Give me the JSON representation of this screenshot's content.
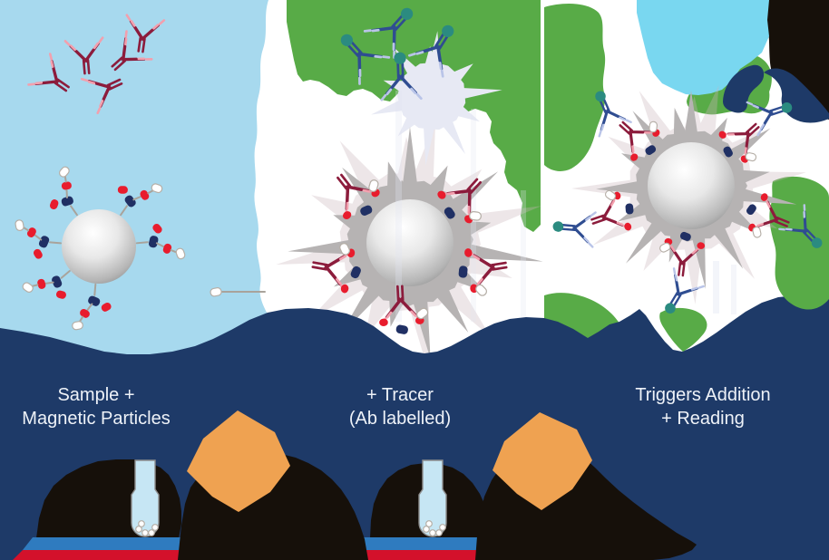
{
  "colors": {
    "bg": "#ffffff",
    "sample_blob": "#a7d9ee",
    "green": "#58ab47",
    "banner": "#1e3a68",
    "star_gray": "#b6b3b3",
    "star_rose": "#c9b6bc",
    "star_lavender": "#e7e9f4",
    "cyan": "#79d7f0",
    "black_blob": "#16100a",
    "ab_red": "#8c1c3c",
    "ab_red_tip": "#f2a0ae",
    "ab_blue": "#2f4d91",
    "ab_blue_tip": "#b9c4e8",
    "teal": "#2b8b80",
    "mol_red": "#e81c2d",
    "mol_navy": "#203064",
    "orange": "#efa251",
    "stripe_blue": "#2f7bbf",
    "stripe_red": "#d3112b",
    "tube": "#c6e6f4",
    "caption_text": "#eef2f8"
  },
  "captions": [
    {
      "line1": "Sample +",
      "line2": "Magnetic Particles"
    },
    {
      "line1": "+ Tracer",
      "line2": "(Ab labelled)"
    },
    {
      "line1": "Triggers Addition",
      "line2": "+ Reading"
    }
  ]
}
